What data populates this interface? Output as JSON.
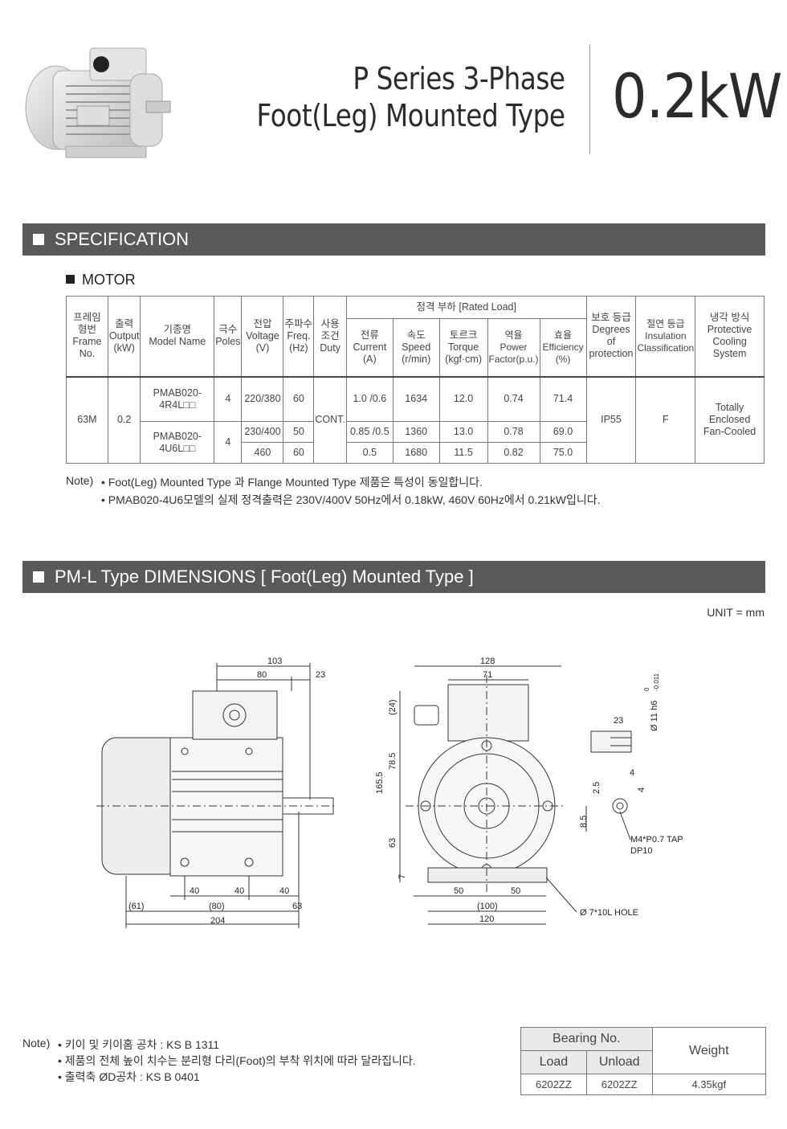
{
  "header": {
    "title_line1": "P  Series 3-Phase",
    "title_line2": "Foot(Leg) Mounted Type",
    "power": "0.2kW"
  },
  "sections": {
    "specification": "SPECIFICATION",
    "motor": "MOTOR",
    "dimensions": "PM-L Type DIMENSIONS [ Foot(Leg) Mounted Type ]"
  },
  "spec_table": {
    "headers": {
      "frame": [
        "프레임",
        "형번",
        "Frame",
        "No."
      ],
      "output": [
        "출력",
        "Output",
        "(kW)"
      ],
      "model": [
        "기종명",
        "Model Name"
      ],
      "poles": [
        "극수",
        "Poles"
      ],
      "voltage": [
        "전압",
        "Voltage",
        "(V)"
      ],
      "freq": [
        "주파수",
        "Freq.",
        "(Hz)"
      ],
      "duty": [
        "사용",
        "조건",
        "Duty"
      ],
      "rated_load": "정격 부하 [Rated Load]",
      "current": [
        "전류",
        "Current",
        "(A)"
      ],
      "speed": [
        "속도",
        "Speed",
        "(r/min)"
      ],
      "torque": [
        "토르크",
        "Torque",
        "(kgf·cm)"
      ],
      "power_factor": [
        "역율",
        "Power",
        "Factor(p.u.)"
      ],
      "efficiency": [
        "효율",
        "Efficiency",
        "(%)"
      ],
      "protection": [
        "보호 등급",
        "Degrees",
        "of",
        "protection"
      ],
      "insulation": [
        "절연 등급",
        "Insulation",
        "Classification"
      ],
      "cooling": [
        "냉각 방식",
        "Protective",
        "Cooling",
        "System"
      ]
    },
    "frame_no": "63M",
    "output": "0.2",
    "duty": "CONT.",
    "protection": "IP55",
    "insulation": "F",
    "cooling": [
      "Totally",
      "Enclosed",
      "Fan-Cooled"
    ],
    "model1": [
      "PMAB020-",
      "4R4L□□"
    ],
    "model2": [
      "PMAB020-",
      "4U6L□□"
    ],
    "poles1": "4",
    "poles2": "4",
    "rows": [
      {
        "voltage": "220/380",
        "freq": "60",
        "current": "1.0 /0.6",
        "speed": "1634",
        "torque": "12.0",
        "pf": "0.74",
        "eff": "71.4"
      },
      {
        "voltage": "230/400",
        "freq": "50",
        "current": "0.85 /0.5",
        "speed": "1360",
        "torque": "13.0",
        "pf": "0.78",
        "eff": "69.0"
      },
      {
        "voltage": "460",
        "freq": "60",
        "current": "0.5",
        "speed": "1680",
        "torque": "11.5",
        "pf": "0.82",
        "eff": "75.0"
      }
    ]
  },
  "note1": {
    "label": "Note)",
    "items": [
      "• Foot(Leg) Mounted Type 과 Flange Mounted Type 제품은 특성이 동일합니다.",
      "• PMAB020-4U6모델의 실제 정격출력은 230V/400V 50Hz에서 0.18kW, 460V 60Hz에서 0.21kW입니다."
    ]
  },
  "unit": "UNIT = mm",
  "dimensions": {
    "side": {
      "top_total": "103",
      "top_a": "80",
      "top_b": "23",
      "bottom_spacing": [
        "40",
        "40",
        "40"
      ],
      "bottom_row": [
        "(61)",
        "(80)",
        "63"
      ],
      "bottom_total": "204"
    },
    "front": {
      "top_total": "128",
      "top_a": "71",
      "left_a": "(24)",
      "left_b": "78.5",
      "left_total": "165.5",
      "left_c": "63",
      "left_d": "7",
      "bottom_spacing": [
        "50",
        "50"
      ],
      "bottom_a": "(100)",
      "bottom_total": "120",
      "hole": "Ø 7*10L HOLE"
    },
    "shaft": {
      "dia": "Ø 11 h6",
      "tol_upper": "0",
      "tol_lower": "-0.011",
      "key_len": "23",
      "key_w": "4",
      "key_h": "4",
      "key_depth": "2.5",
      "center": "8.5",
      "tap": "M4*P0.7 TAP",
      "dp": "DP10"
    }
  },
  "note2": {
    "label": "Note)",
    "items": [
      "• 키이 및 키이홈 공차 : KS B 1311",
      "• 제품의 전체 높이 치수는 분리형 다리(Foot)의 부착 위치에 따라 달라집니다.",
      "• 출력축 ØD공차 : KS B 0401"
    ]
  },
  "bearing_table": {
    "bearing_no": "Bearing No.",
    "load": "Load",
    "unload": "Unload",
    "weight": "Weight",
    "load_val": "6202ZZ",
    "unload_val": "6202ZZ",
    "weight_val": "4.35kgf"
  }
}
